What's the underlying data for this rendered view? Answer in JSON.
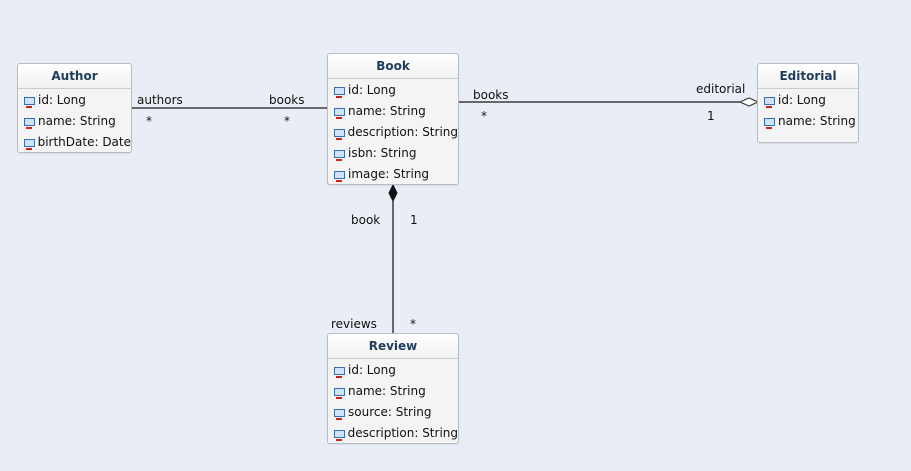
{
  "classes": {
    "author": {
      "name": "Author",
      "attributes": [
        "id: Long",
        "name: String",
        "birthDate: Date"
      ]
    },
    "book": {
      "name": "Book",
      "attributes": [
        "id: Long",
        "name: String",
        "description: String",
        "isbn: String",
        "image: String"
      ]
    },
    "editorial": {
      "name": "Editorial",
      "attributes": [
        "id: Long",
        "name: String"
      ]
    },
    "review": {
      "name": "Review",
      "attributes": [
        "id: Long",
        "name: String",
        "source: String",
        "description: String"
      ]
    }
  },
  "associations": {
    "author_book": {
      "kind": "association",
      "author_end_role": "authors",
      "author_end_multiplicity": "*",
      "book_end_role": "books",
      "book_end_multiplicity": "*"
    },
    "book_editorial": {
      "kind": "aggregation",
      "book_end_role": "books",
      "book_end_multiplicity": "*",
      "editorial_end_role": "editorial",
      "editorial_end_multiplicity": "1"
    },
    "book_review": {
      "kind": "composition",
      "book_end_role": "book",
      "book_end_multiplicity": "1",
      "review_end_role": "reviews",
      "review_end_multiplicity": "*"
    }
  },
  "colors": {
    "background": "#e9eef6",
    "class_title": "#1f3c5a",
    "attribute_icon": "#3b6ea8",
    "attribute_icon_marker": "#d01f1f",
    "line": "#3a3a3a"
  },
  "icons": {
    "attribute": "field-icon"
  }
}
